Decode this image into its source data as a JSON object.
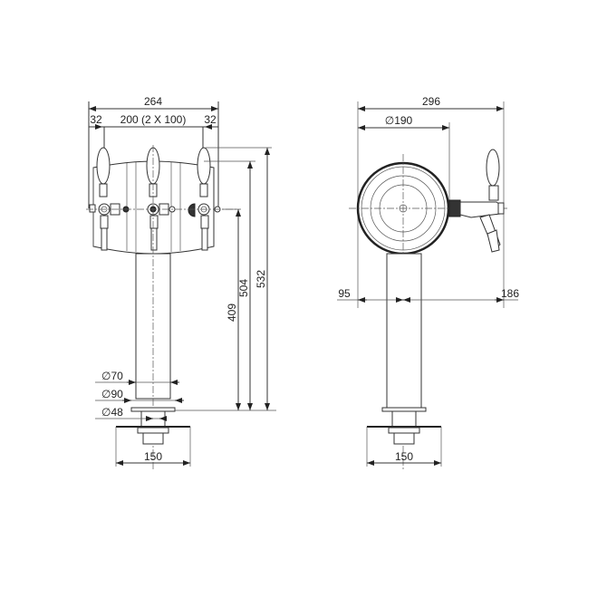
{
  "front_view": {
    "overall_width": "264",
    "left_offset": "32",
    "tap_spacing": "200 (2 X 100)",
    "right_offset": "32",
    "height_total": "532",
    "height_handle_base": "504",
    "height_tap_axis": "409",
    "dia_column": "∅70",
    "dia_flange": "∅90",
    "dia_shank": "∅48",
    "base_width": "150",
    "tap_count": 3
  },
  "side_view": {
    "overall_depth": "296",
    "dia_body": "∅190",
    "left_offset": "95",
    "right_offset": "186",
    "base_width": "150"
  },
  "colors": {
    "line": "#333333",
    "background": "#ffffff"
  }
}
